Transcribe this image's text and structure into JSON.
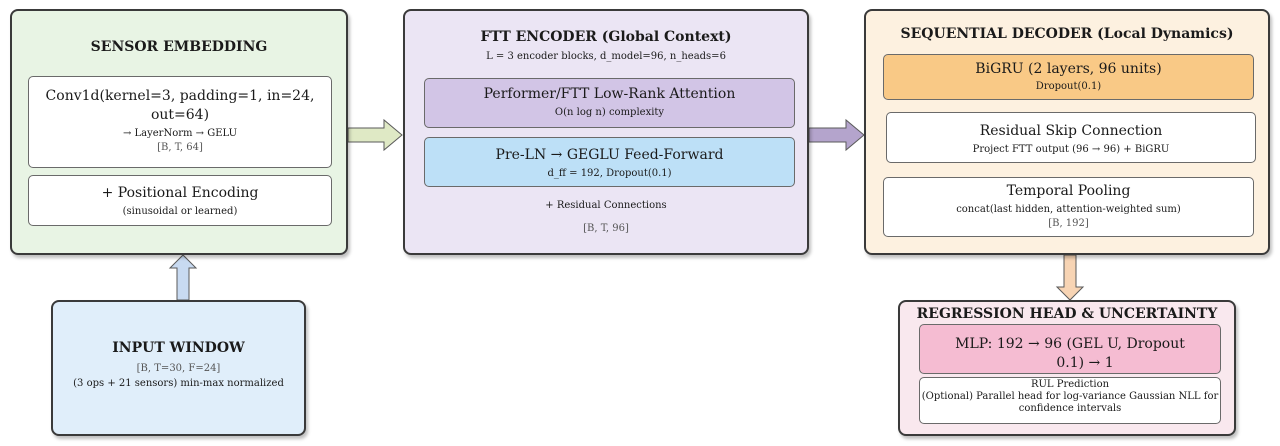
{
  "colors": {
    "sensor_bg": "#e8f4e4",
    "encoder_bg": "#ebe5f4",
    "decoder_bg": "#fdf1e0",
    "input_bg": "#e0eefa",
    "regression_bg": "#f9e8ee",
    "attention_box": "#d2c5e6",
    "ffn_box": "#bde0f7",
    "bigru_box": "#f9c986",
    "mlp_box": "#f5bcd2",
    "arrow_green": "#dfe9c5",
    "arrow_purple": "#b4a4cc",
    "arrow_orange": "#f7d4b4",
    "arrow_blue": "#c8daf1"
  },
  "sensor": {
    "title": "SENSOR EMBEDDING",
    "conv_line1": "Conv1d(kernel=3, padding=1, in=24,",
    "conv_line2": "out=64)",
    "conv_sub": "→ LayerNorm → GELU",
    "conv_shape": "[B, T, 64]",
    "pos_main": "+ Positional Encoding",
    "pos_sub": "(sinusoidal or learned)"
  },
  "input": {
    "title": "INPUT WINDOW",
    "shape": "[B, T=30, F=24]",
    "desc": "(3 ops + 21 sensors) min-max normalized"
  },
  "encoder": {
    "title": "FTT ENCODER (Global Context)",
    "subtitle": "L = 3 encoder blocks, d_model=96, n_heads=6",
    "attn_main": "Performer/FTT Low-Rank Attention",
    "attn_sub": "O(n log n) complexity",
    "ffn_main": "Pre-LN → GEGLU Feed-Forward",
    "ffn_sub": "d_ff = 192, Dropout(0.1)",
    "residual": "+ Residual Connections",
    "shape": "[B, T, 96]"
  },
  "decoder": {
    "title": "SEQUENTIAL DECODER (Local Dynamics)",
    "bigru_main": "BiGRU (2 layers, 96 units)",
    "bigru_sub": "Dropout(0.1)",
    "skip_main": "Residual Skip Connection",
    "skip_sub": "Project FTT output (96 → 96) + BiGRU",
    "pool_main": "Temporal Pooling",
    "pool_sub": "concat(last hidden, attention-weighted sum)",
    "pool_shape": "[B, 192]"
  },
  "regression": {
    "title": "REGRESSION HEAD & UNCERTAINTY",
    "mlp_line1": "MLP: 192 → 96 (GEL U, Dropout",
    "mlp_line2": "0.1) → 1",
    "rul_line1": "RUL Prediction",
    "rul_line2": "(Optional) Parallel head for log-variance Gaussian NLL for",
    "rul_line3": "confidence intervals"
  }
}
